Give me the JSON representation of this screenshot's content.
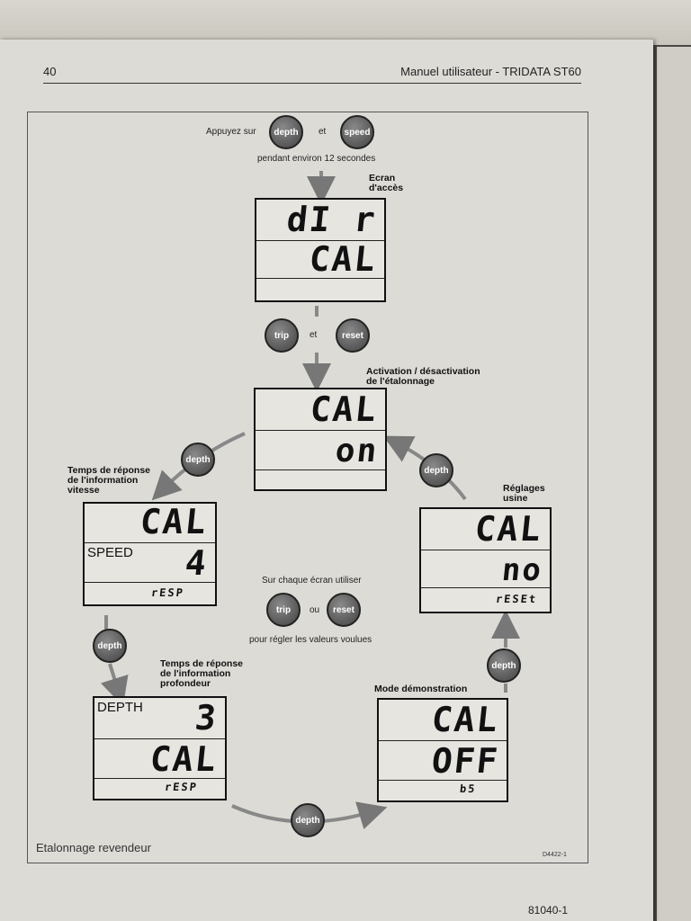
{
  "header": {
    "page_number": "40",
    "title": "Manuel utilisateur - TRIDATA ST60"
  },
  "top": {
    "press_text": "Appuyez sur",
    "and_text": "et",
    "duration_text": "pendant environ 12 secondes"
  },
  "buttons": {
    "depth": "depth",
    "speed": "speed",
    "trip": "trip",
    "reset": "reset"
  },
  "labels": {
    "access": "Ecran\nd'accès",
    "activation": "Activation / désactivation\nde l'étalonnage",
    "speed_response": "Temps de réponse\nde l'information\nvitesse",
    "factory": "Réglages\nusine",
    "depth_response": "Temps de réponse\nde l'information\nprofondeur",
    "demo": "Mode démonstration"
  },
  "middle": {
    "and_text": "et",
    "each_screen": "Sur chaque écran utiliser",
    "or_text": "ou",
    "adjust": "pour régler les valeurs voulues"
  },
  "displays": {
    "access": {
      "top": "dI r",
      "mid": "CAL",
      "bottom": ""
    },
    "activation": {
      "top": "CAL",
      "mid": "on",
      "bottom": ""
    },
    "speed": {
      "word": "SPEED",
      "top": "CAL",
      "mid": "4",
      "bottom": "rESP"
    },
    "factory": {
      "top": "CAL",
      "mid": "no",
      "bottom": "rESEt"
    },
    "depth": {
      "word": "DEPTH",
      "top": "3",
      "mid": "CAL",
      "bottom": "rESP"
    },
    "demo": {
      "top": "CAL",
      "mid": "OFF",
      "bottom": "b5"
    }
  },
  "footer": {
    "section": "Etalonnage revendeur",
    "figure_code": "D4422-1",
    "doc_code": "81040-1"
  }
}
